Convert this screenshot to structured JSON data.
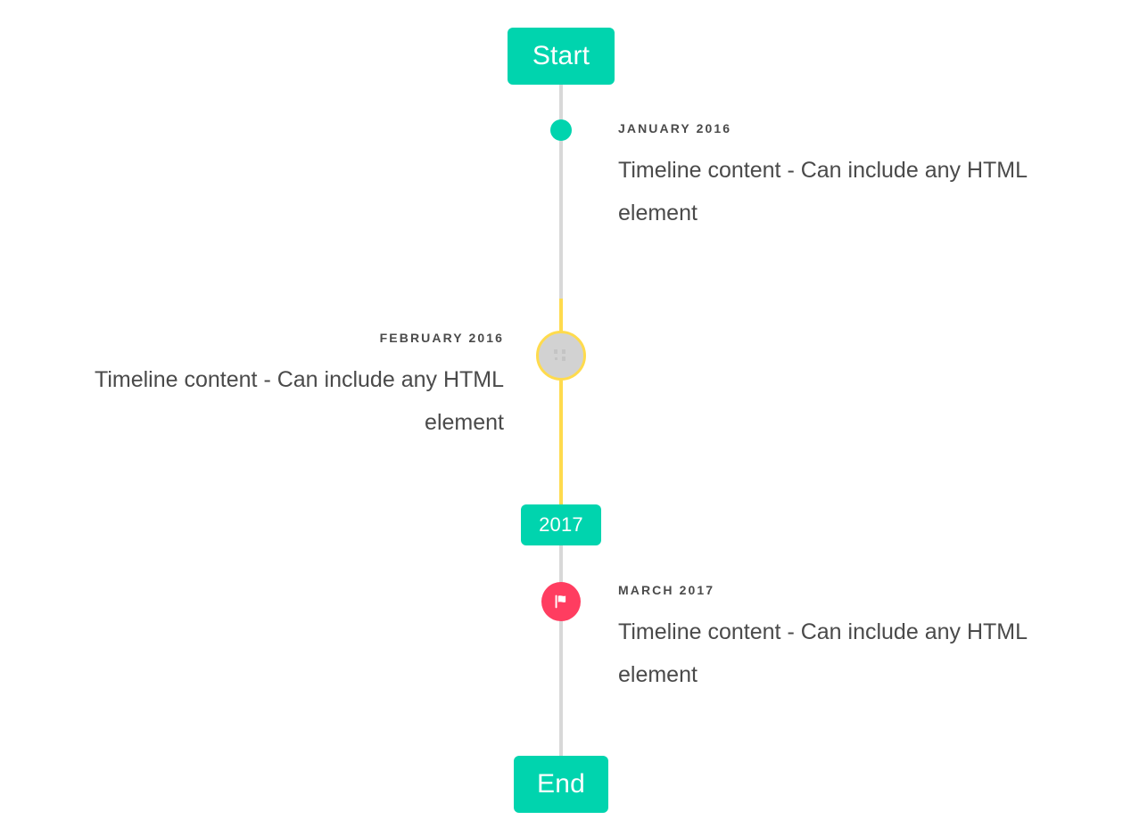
{
  "colors": {
    "accent_teal": "#00d4ae",
    "rail_grey": "#d8d8d8",
    "highlight_yellow": "#ffdb4d",
    "flag_pink": "#ff3d60",
    "marker_grey": "#d2d2d2",
    "text_grey": "#4a4a4a"
  },
  "caps": {
    "start_label": "Start",
    "middle_label": "2017",
    "end_label": "End"
  },
  "entries": [
    {
      "date": "January 2016",
      "body": "Timeline content - Can include any HTML element",
      "side": "right",
      "marker": "dot"
    },
    {
      "date": "February 2016",
      "body": "Timeline content - Can include any HTML element",
      "side": "left",
      "marker": "ring"
    },
    {
      "date": "March 2017",
      "body": "Timeline content - Can include any HTML element",
      "side": "right",
      "marker": "flag"
    }
  ]
}
